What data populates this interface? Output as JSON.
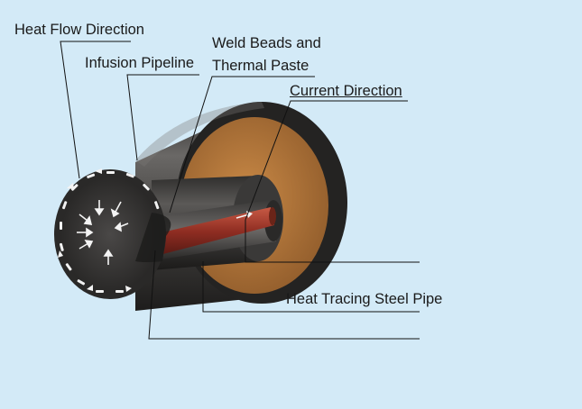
{
  "labels": {
    "heat_flow_direction": "Heat Flow Direction",
    "infusion_pipeline": "Infusion Pipeline",
    "weld_beads_line1": "Weld Beads and",
    "weld_beads_line2": "Thermal Paste",
    "current_direction": "Current Direction",
    "heat_tracing_steel_pipe": "Heat Tracing Steel Pipe"
  },
  "colors": {
    "background": "#d3eaf7",
    "outer_pipe": "#3e3c3b",
    "insulation_face": "#b7773d",
    "heat_tracing_pipe": "#a8382a",
    "leader_line": "#111111"
  }
}
